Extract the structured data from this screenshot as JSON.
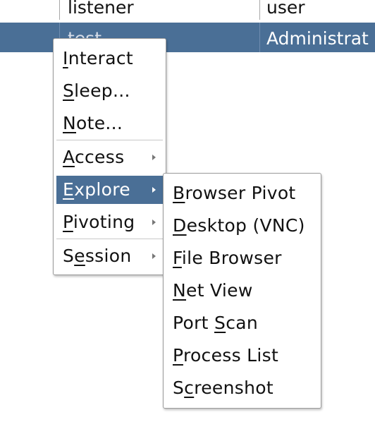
{
  "table": {
    "header": {
      "col1": "listener",
      "col2": "user"
    },
    "selected_row": {
      "col1": "test",
      "col2": "Administrat"
    }
  },
  "context_menu": {
    "items": [
      {
        "pre": "",
        "ul": "I",
        "post": "nteract",
        "submenu": false
      },
      {
        "pre": "",
        "ul": "S",
        "post": "leep...",
        "submenu": false
      },
      {
        "pre": "",
        "ul": "N",
        "post": "ote...",
        "submenu": false
      },
      {
        "pre": "",
        "ul": "A",
        "post": "ccess",
        "submenu": true
      },
      {
        "pre": "",
        "ul": "E",
        "post": "xplore",
        "submenu": true,
        "selected": true
      },
      {
        "pre": "",
        "ul": "P",
        "post": "ivoting",
        "submenu": true
      },
      {
        "pre": "S",
        "ul": "e",
        "post": "ssion",
        "submenu": true
      }
    ]
  },
  "explore_submenu": {
    "items": [
      {
        "pre": "",
        "ul": "B",
        "post": "rowser Pivot"
      },
      {
        "pre": "",
        "ul": "D",
        "post": "esktop (VNC)"
      },
      {
        "pre": "",
        "ul": "F",
        "post": "ile Browser"
      },
      {
        "pre": "",
        "ul": "N",
        "post": "et View"
      },
      {
        "pre": "Port ",
        "ul": "S",
        "post": "can"
      },
      {
        "pre": "",
        "ul": "P",
        "post": "rocess List"
      },
      {
        "pre": "S",
        "ul": "c",
        "post": "reenshot"
      }
    ]
  },
  "colors": {
    "selection": "#4a6f96",
    "menu_border": "#9b9b9b"
  }
}
